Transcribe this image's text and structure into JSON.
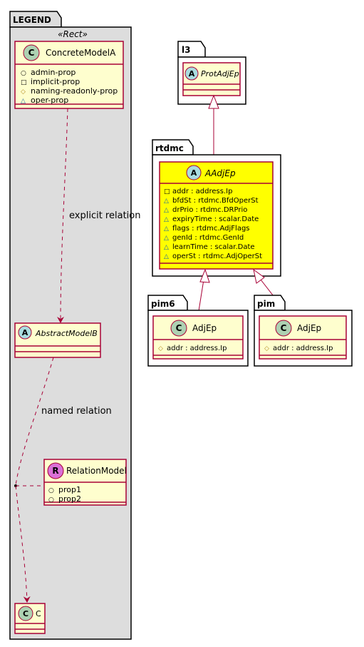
{
  "colors": {
    "border": "#A80036",
    "class_fill": "#FEFECE",
    "highlight_fill": "#FFFF00",
    "package_fill": "#DDDDDD",
    "circle_c": "#ADD1B2",
    "circle_a": "#A9DCDF",
    "circle_r": "#DA70D6",
    "arrow": "#A80036"
  },
  "legend": {
    "tab": "LEGEND",
    "stereotype": "«Rect»",
    "concrete": {
      "letter": "C",
      "name": "ConcreteModelA",
      "members": [
        {
          "vis": "○",
          "text": "admin-prop"
        },
        {
          "vis": "□",
          "text": "implicit-prop"
        },
        {
          "vis": "◇",
          "text": "naming-readonly-prop"
        },
        {
          "vis": "△",
          "text": "oper-prop"
        }
      ]
    },
    "explicit_label": "explicit relation",
    "abstract": {
      "letter": "A",
      "name": "AbstractModelB"
    },
    "named_label": "named relation",
    "relation": {
      "letter": "R",
      "name": "RelationModel",
      "members": [
        {
          "vis": "○",
          "text": "prop1"
        },
        {
          "vis": "○",
          "text": "prop2"
        }
      ]
    },
    "target": {
      "letter": "C",
      "name": "C"
    }
  },
  "packages": {
    "l3": {
      "tab": "l3",
      "cls": {
        "letter": "A",
        "name": "ProtAdjEp"
      }
    },
    "rtdmc": {
      "tab": "rtdmc",
      "cls": {
        "letter": "A",
        "name": "AAdjEp",
        "members": [
          {
            "vis": "□",
            "text": "addr : address.Ip"
          },
          {
            "vis": "△",
            "text": "bfdSt : rtdmc.BfdOperSt"
          },
          {
            "vis": "△",
            "text": "drPrio : rtdmc.DRPrio"
          },
          {
            "vis": "△",
            "text": "expiryTime : scalar.Date"
          },
          {
            "vis": "△",
            "text": "flags : rtdmc.AdjFlags"
          },
          {
            "vis": "△",
            "text": "genId : rtdmc.GenId"
          },
          {
            "vis": "△",
            "text": "learnTime : scalar.Date"
          },
          {
            "vis": "△",
            "text": "operSt : rtdmc.AdjOperSt"
          }
        ]
      }
    },
    "pim6": {
      "tab": "pim6",
      "cls": {
        "letter": "C",
        "name": "AdjEp",
        "members": [
          {
            "vis": "◇",
            "text": "addr : address.Ip"
          }
        ]
      }
    },
    "pim": {
      "tab": "pim",
      "cls": {
        "letter": "C",
        "name": "AdjEp",
        "members": [
          {
            "vis": "◇",
            "text": "addr : address.Ip"
          }
        ]
      }
    }
  }
}
